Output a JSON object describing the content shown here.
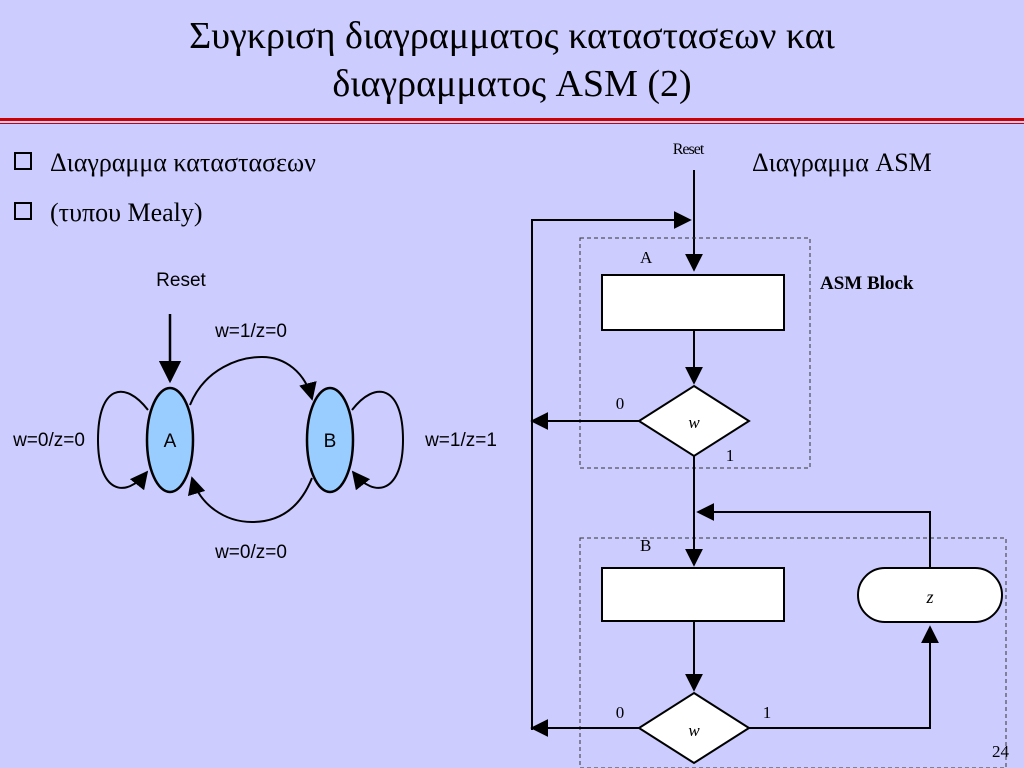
{
  "slide": {
    "title_line1": "Συγκριση διαγραμματος καταστασεων και",
    "title_line2": "διαγραμματος ASM  (2)",
    "bullets": [
      "Διαγραμμα καταστασεων",
      "(τυπου Mealy)"
    ],
    "asm_heading": "Διαγραμμα ASM",
    "page_number": "24"
  },
  "state_diagram": {
    "reset_label": "Reset",
    "state_a": "A",
    "state_b": "B",
    "edge_a_to_b": "w=1/z=0",
    "edge_b_to_a": "w=0/z=0",
    "self_loop_a": "w=0/z=0",
    "self_loop_b": "w=1/z=1",
    "state_color": "#99ccff"
  },
  "asm_chart": {
    "reset_label": "Reset",
    "block_label": "ASM Block",
    "state_a_label": "A",
    "state_b_label": "B",
    "decision_variable": "w",
    "output_label": "z",
    "branch_zero": "0",
    "branch_one": "1"
  }
}
